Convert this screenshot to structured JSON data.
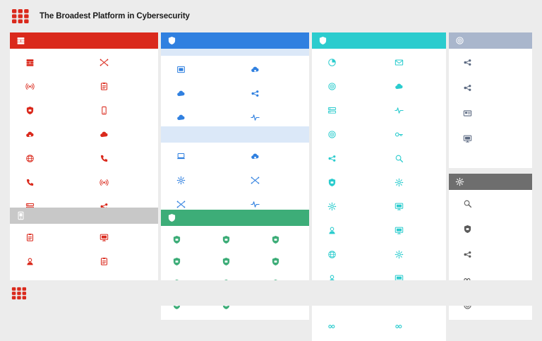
{
  "page": {
    "title": "The Broadest Platform in Cybersecurity",
    "background_color": "#ececec",
    "brand_logo_icon": "fortinet-grid-logo-icon",
    "footer_logo_icon": "fortinet-grid-logo-icon"
  },
  "palette": {
    "red": "#da291c",
    "blue": "#3080e0",
    "blue_light": "#dbe8f8",
    "teal": "#2bccce",
    "green": "#3dad78",
    "grey": "#c8c8c8",
    "dark_grey": "#6e6e6e",
    "slate": "#a9b6cc",
    "panel_white": "#ffffff",
    "page_grey": "#ececec"
  },
  "columns": [
    {
      "name": "network-security-column",
      "panels": [
        {
          "name": "network-security-panel",
          "header_color": "#da291c",
          "header_icon": "firewall-brick-icon",
          "icon_color": "#da291c",
          "columns": 2,
          "items": [
            {
              "icon": "next-gen-firewall-icon"
            },
            {
              "icon": "network-crossover-icon"
            },
            {
              "icon": "wireless-signal-icon"
            },
            {
              "icon": "policy-clipboard-icon"
            },
            {
              "icon": "globe-shield-icon"
            },
            {
              "icon": "mobile-signal-icon"
            },
            {
              "icon": "secure-cloud-icon"
            },
            {
              "icon": "cloud-network-icon"
            },
            {
              "icon": "globe-lock-icon"
            },
            {
              "icon": "voip-phone-icon"
            },
            {
              "icon": "phone-secure-icon"
            },
            {
              "icon": "access-point-icon"
            },
            {
              "icon": "switch-device-icon"
            },
            {
              "icon": "device-link-icon"
            },
            {
              "icon": "secure-cloud-lock-icon"
            }
          ]
        },
        {
          "name": "management-analytics-panel",
          "header_color": "#c8c8c8",
          "header_icon": "management-console-icon",
          "icon_color": "#da291c",
          "columns": 2,
          "items": [
            {
              "icon": "report-list-icon"
            },
            {
              "icon": "monitor-edit-icon"
            },
            {
              "icon": "user-manager-icon"
            },
            {
              "icon": "document-alert-icon"
            },
            {
              "icon": "certified-badge-icon"
            },
            {
              "icon": "settings-gear-icon"
            }
          ]
        }
      ]
    },
    {
      "name": "cloud-security-column",
      "panels": [
        {
          "name": "cloud-security-panel",
          "header_color": "#3080e0",
          "header_icon": "cloud-shield-icon",
          "sub_band_color": "#dbe8f8",
          "icon_color": "#3080e0",
          "columns": 2,
          "items": [
            {
              "icon": "virtual-machine-icon"
            },
            {
              "icon": "cloud-secure-icon"
            },
            {
              "icon": "cloud-gear-icon"
            },
            {
              "icon": "hub-node-icon"
            },
            {
              "icon": "globe-cloud-icon"
            },
            {
              "icon": "activity-pulse-icon"
            },
            {
              "icon": "cpu-chip-icon"
            }
          ]
        },
        {
          "name": "cloud-access-panel",
          "header_color": "#dbe8f8",
          "header_icon": "",
          "icon_color": "#3080e0",
          "columns": 2,
          "items": [
            {
              "icon": "laptop-user-icon"
            },
            {
              "icon": "cloud-protect-icon"
            },
            {
              "icon": "gear-cog-icon"
            },
            {
              "icon": "traffic-filter-icon"
            },
            {
              "icon": "sandbox-funnel-icon"
            },
            {
              "icon": "waveform-analytics-icon"
            },
            {
              "icon": "identity-circle-icon"
            },
            {
              "icon": "cloud-sync-icon"
            }
          ]
        },
        {
          "name": "endpoint-security-panel",
          "header_color": "#3dad78",
          "header_icon": "shield-check-icon",
          "icon_color": "#3dad78",
          "columns": 3,
          "items": [
            {
              "icon": "shield-wifi-icon"
            },
            {
              "icon": "shield-ips-icon"
            },
            {
              "icon": "shield-av-icon"
            },
            {
              "icon": "shield-web-icon"
            },
            {
              "icon": "shield-antispam-icon"
            },
            {
              "icon": "shield-vpn-icon"
            },
            {
              "icon": "shield-app-icon"
            },
            {
              "icon": "shield-dlp-icon"
            },
            {
              "icon": "shield-iot-icon"
            },
            {
              "icon": "shield-sandbox-icon"
            },
            {
              "icon": "shield-casb-icon"
            }
          ]
        }
      ]
    },
    {
      "name": "security-operations-column",
      "panels": [
        {
          "name": "security-operations-panel",
          "header_color": "#2bccce",
          "header_icon": "shield-fabric-icon",
          "icon_color": "#2bccce",
          "columns": 2,
          "items": [
            {
              "icon": "pie-chart-icon"
            },
            {
              "icon": "email-envelope-icon"
            },
            {
              "icon": "threat-burst-icon"
            },
            {
              "icon": "cloud-upload-icon"
            },
            {
              "icon": "server-rack-icon"
            },
            {
              "icon": "data-stream-icon"
            },
            {
              "icon": "target-radar-icon"
            },
            {
              "icon": "key-access-icon"
            },
            {
              "icon": "plug-connector-icon"
            },
            {
              "icon": "search-magnifier-icon"
            },
            {
              "icon": "cloud-shield-alt-icon"
            },
            {
              "icon": "gear-settings-icon"
            },
            {
              "icon": "flower-gear-icon"
            },
            {
              "icon": "desktop-users-icon"
            },
            {
              "icon": "user-badge-icon"
            },
            {
              "icon": "card-display-icon"
            },
            {
              "icon": "globe-monitor-icon"
            },
            {
              "icon": "cog-wheel-icon"
            },
            {
              "icon": "fingerprint-scan-icon"
            },
            {
              "icon": "video-screen-icon"
            },
            {
              "icon": "cloud-eye-icon"
            },
            {
              "icon": "node-network-icon"
            },
            {
              "icon": "cycle-refresh-icon"
            },
            {
              "icon": "loop-infinity-icon"
            }
          ]
        }
      ]
    },
    {
      "name": "open-ecosystem-column",
      "panels": [
        {
          "name": "open-ecosystem-panel",
          "header_color": "#a9b6cc",
          "header_icon": "ecosystem-circle-icon",
          "icon_color": "#5a6880",
          "columns": 1,
          "items": [
            {
              "icon": "api-plug-icon"
            },
            {
              "icon": "connector-molecule-icon"
            },
            {
              "icon": "device-card-icon"
            },
            {
              "icon": "integration-monitor-icon"
            }
          ]
        },
        {
          "name": "fabric-partners-panel",
          "header_color": "#6e6e6e",
          "header_icon": "gear-ring-icon",
          "icon_color": "#5a5a5a",
          "columns": 1,
          "items": [
            {
              "icon": "search-key-icon"
            },
            {
              "icon": "shield-badge-icon"
            },
            {
              "icon": "chain-link-icon"
            },
            {
              "icon": "infinity-loop-icon"
            },
            {
              "icon": "asterisk-burst-icon"
            }
          ]
        }
      ]
    }
  ]
}
